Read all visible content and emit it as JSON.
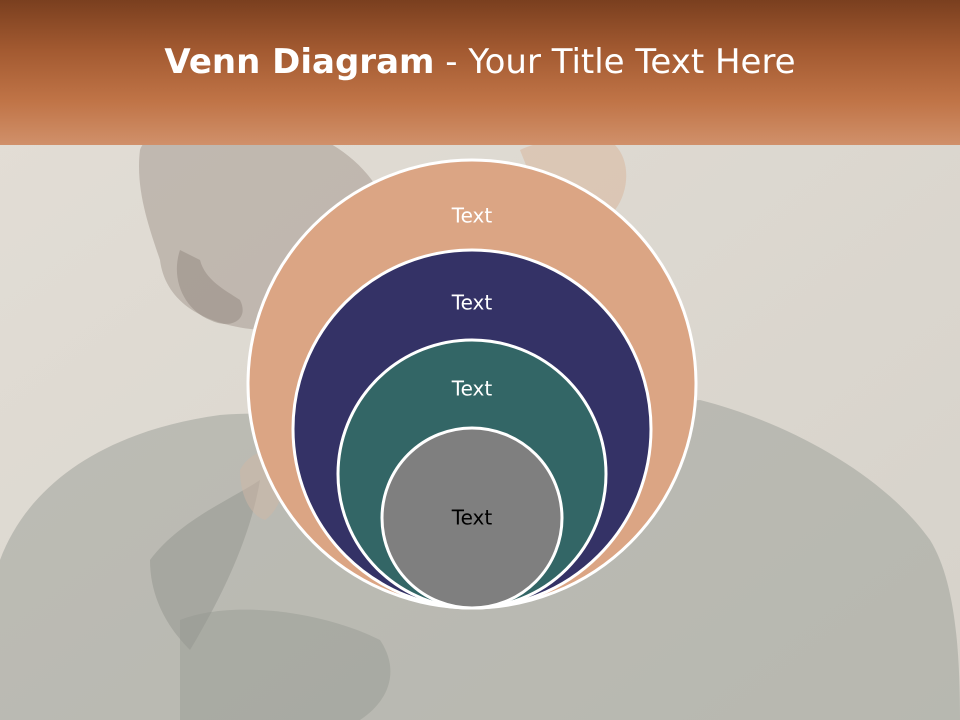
{
  "title": {
    "bold": "Venn Diagram",
    "rest": " - Your Title Text Here"
  },
  "colors": {
    "title_bar": "#a35a31",
    "outer_circle": "#dba584",
    "second_circle": "#343266",
    "third_circle": "#336666",
    "inner_circle": "#7f7f7f",
    "circle_border": "#ffffff"
  },
  "circles": [
    {
      "label": "Text",
      "color": "#dba584",
      "text_color": "#ffffff"
    },
    {
      "label": "Text",
      "color": "#343266",
      "text_color": "#ffffff"
    },
    {
      "label": "Text",
      "color": "#336666",
      "text_color": "#ffffff"
    },
    {
      "label": "Text",
      "color": "#7f7f7f",
      "text_color": "#000000"
    }
  ]
}
